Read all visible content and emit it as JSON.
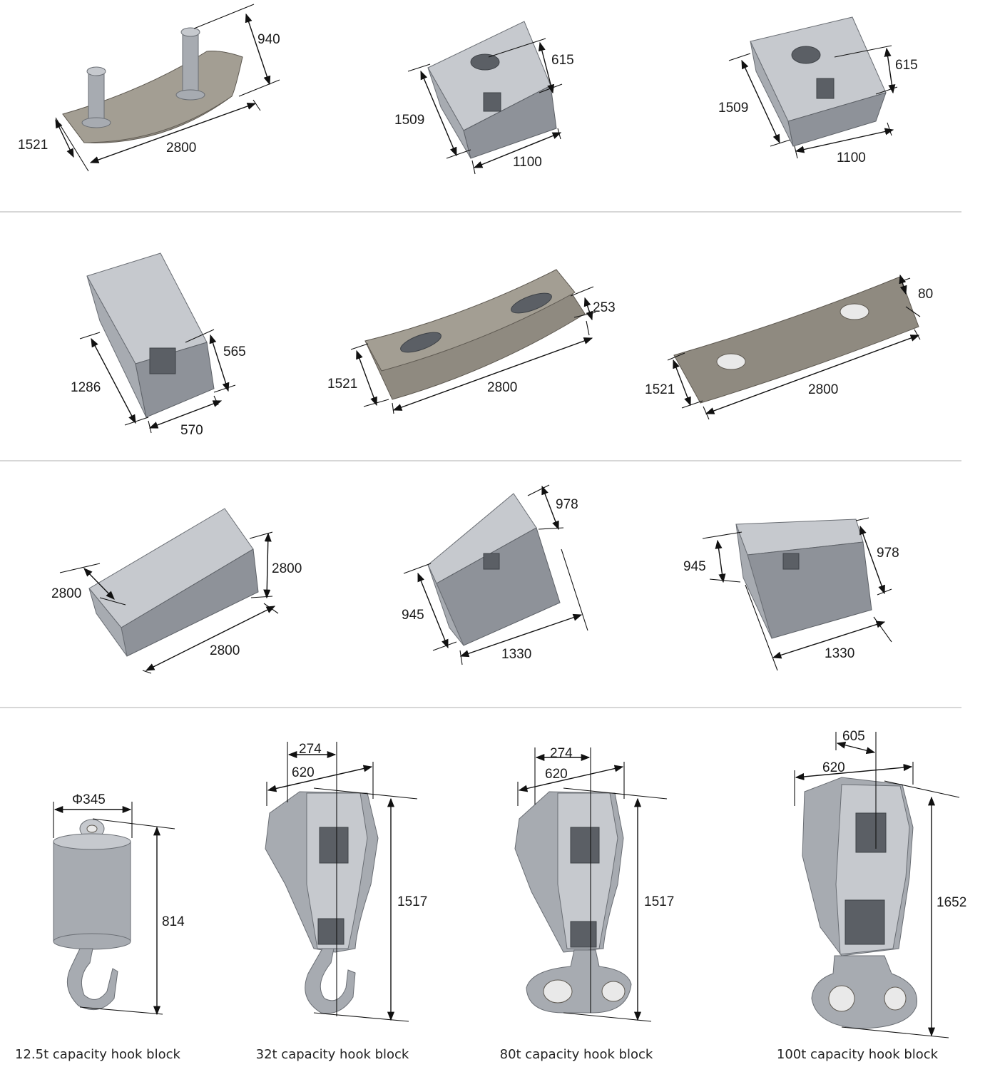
{
  "figure": {
    "rows": [
      {
        "items": [
          {
            "name": "counterweight-plate-with-posts",
            "dims": [
              "940",
              "1521",
              "2800"
            ]
          },
          {
            "name": "counterweight-block-a",
            "dims": [
              "615",
              "1509",
              "1100"
            ]
          },
          {
            "name": "counterweight-block-b",
            "dims": [
              "615",
              "1509",
              "1100"
            ]
          }
        ]
      },
      {
        "items": [
          {
            "name": "counterweight-narrow-block",
            "dims": [
              "565",
              "1286",
              "570"
            ]
          },
          {
            "name": "counterweight-base-plate",
            "dims": [
              "253",
              "1521",
              "2800"
            ]
          },
          {
            "name": "counterweight-thin-plate",
            "dims": [
              "80",
              "1521",
              "2800"
            ]
          }
        ]
      },
      {
        "items": [
          {
            "name": "counterweight-long-box",
            "dims": [
              "2800",
              "2800",
              "2800"
            ]
          },
          {
            "name": "counterweight-wedge-block-a",
            "dims": [
              "978",
              "945",
              "1330"
            ]
          },
          {
            "name": "counterweight-wedge-block-b",
            "dims": [
              "945",
              "978",
              "1330"
            ]
          }
        ]
      }
    ],
    "hook_blocks": [
      {
        "caption": "12.5t capacity hook block",
        "dims": [
          "Φ345",
          "814"
        ]
      },
      {
        "caption": "32t capacity hook block",
        "dims": [
          "274",
          "620",
          "1517"
        ]
      },
      {
        "caption": "80t capacity hook block",
        "dims": [
          "274",
          "620",
          "1517"
        ]
      },
      {
        "caption": "100t capacity hook block",
        "dims": [
          "605",
          "620",
          "1652"
        ]
      }
    ]
  },
  "colors": {
    "background": "#ffffff",
    "steel": "#a7abb1",
    "plate": "#8f8a80",
    "separator": "#bfbfbf"
  }
}
